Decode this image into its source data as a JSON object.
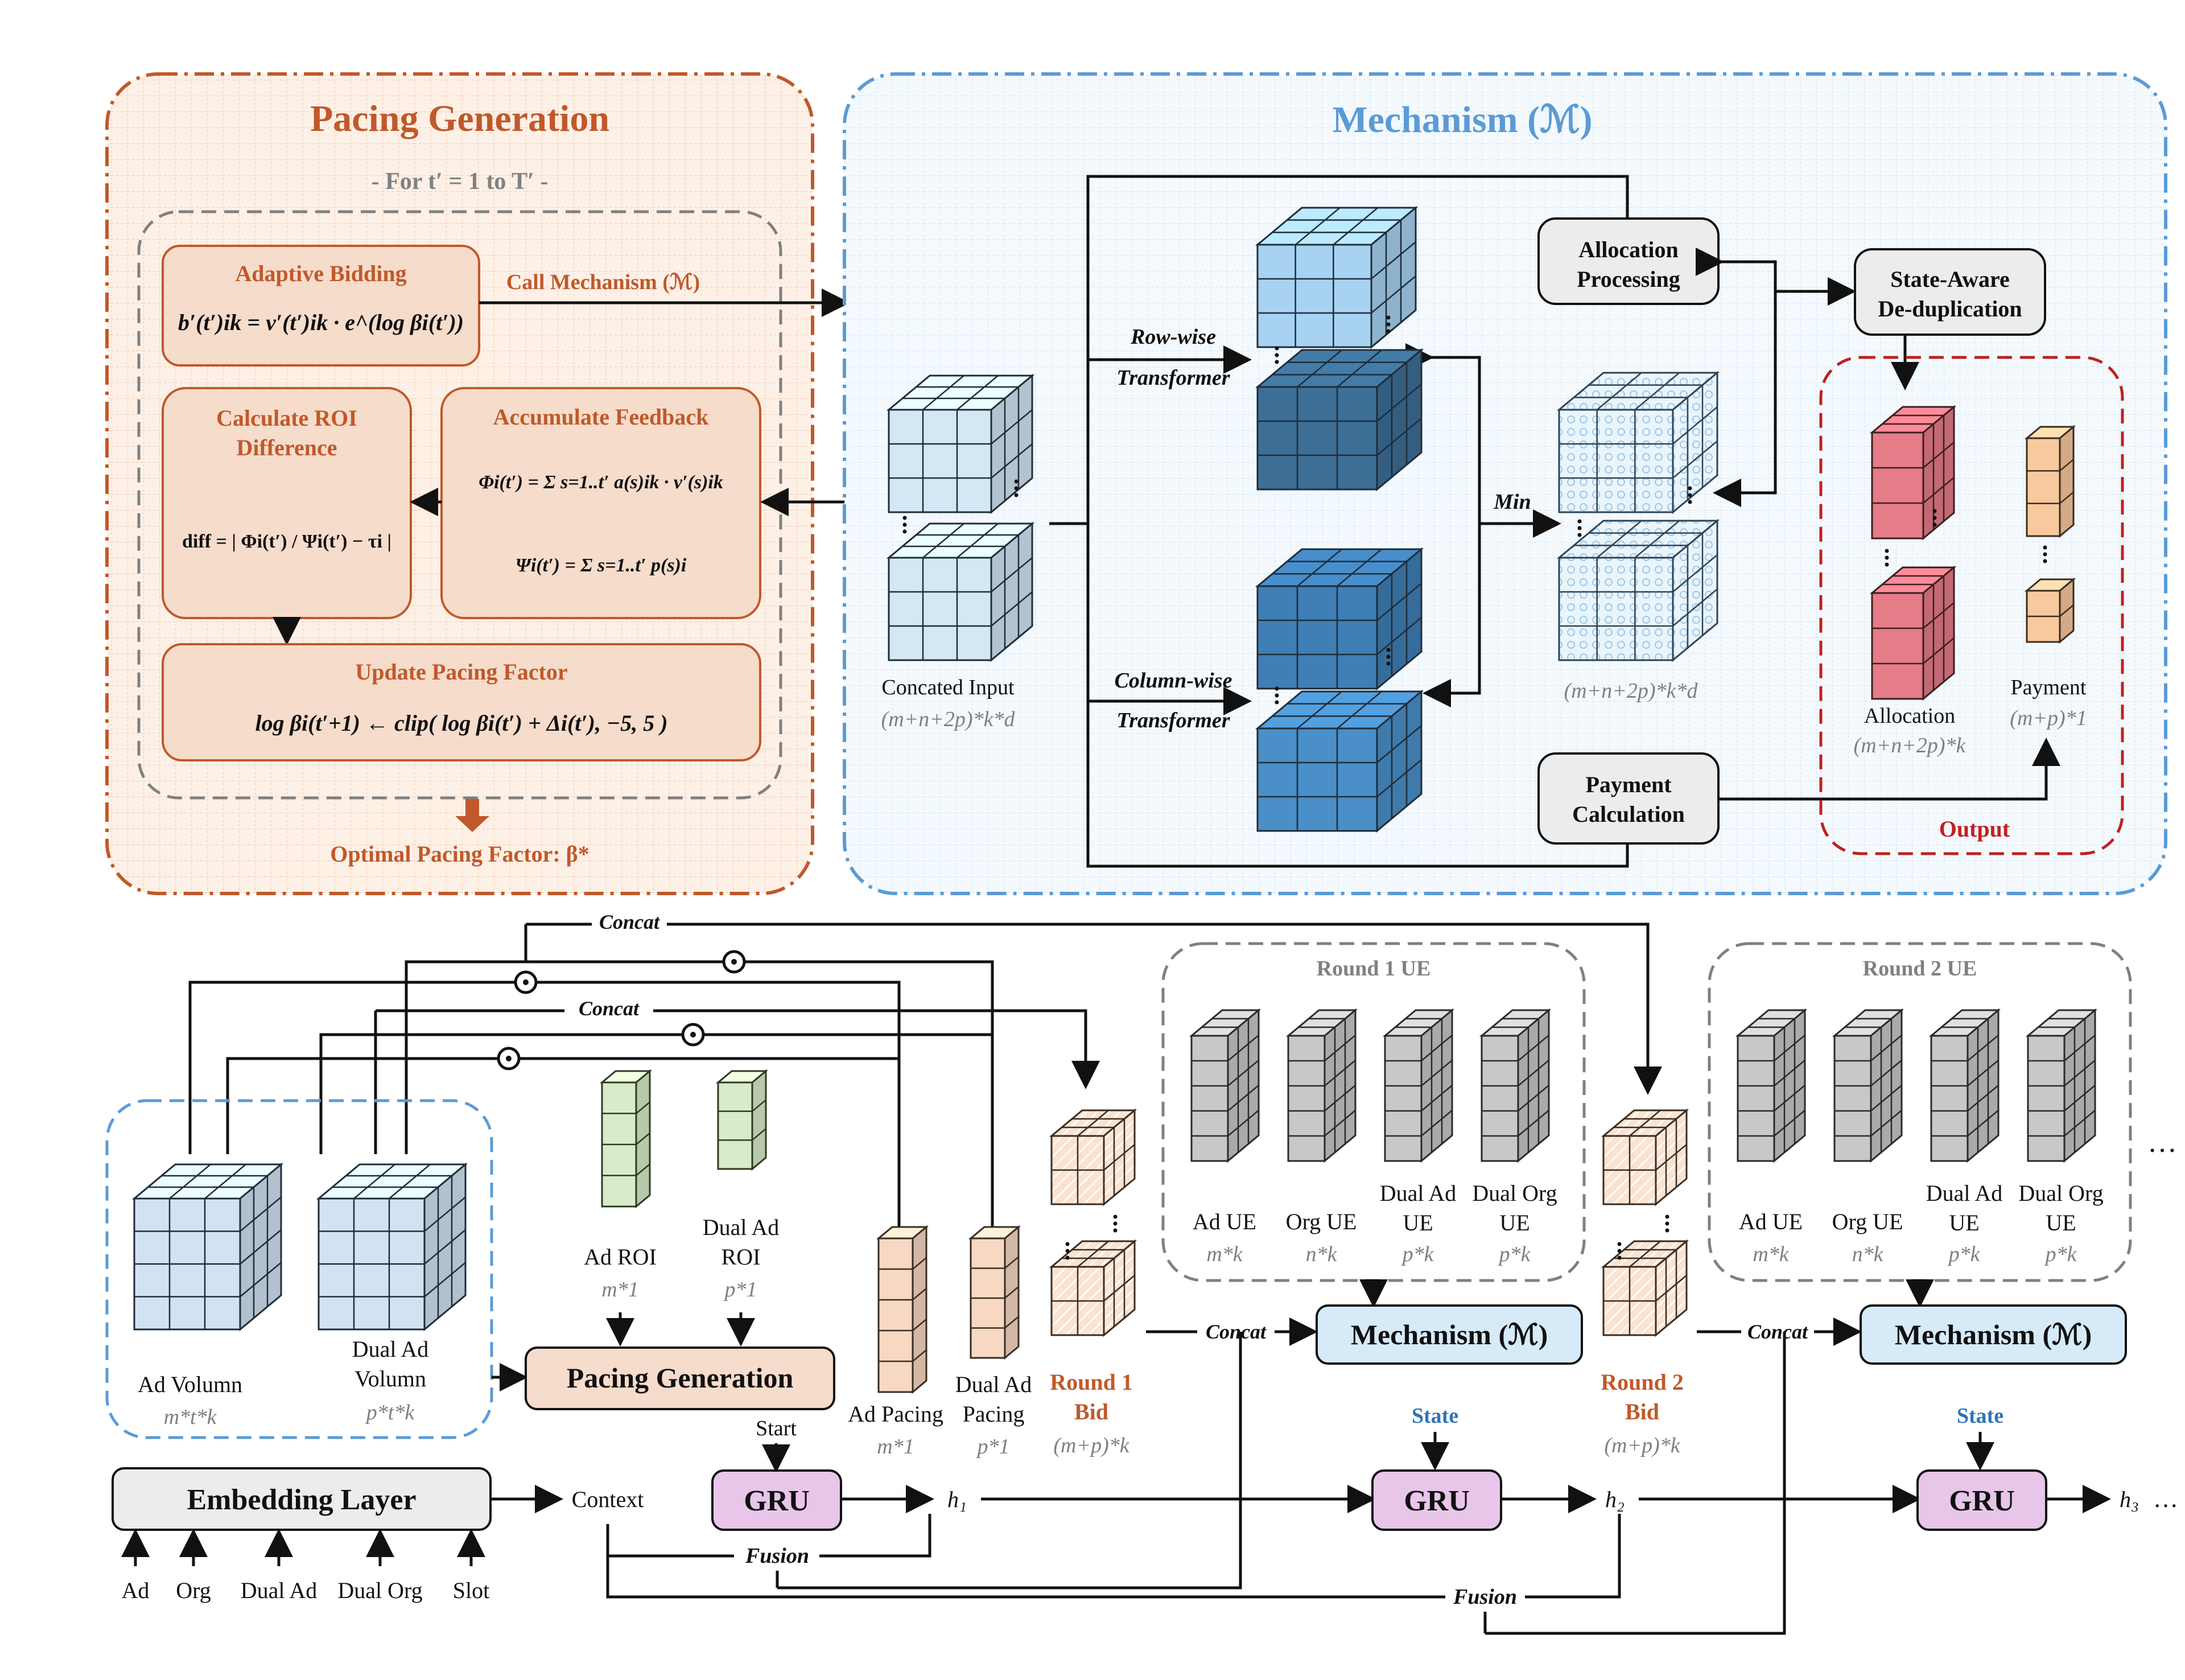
{
  "pacing": {
    "title": "Pacing Generation",
    "loop_label": "- For t′ = 1 to T′ -",
    "call_mechanism": "Call Mechanism (ℳ)",
    "adaptive_bidding": {
      "title": "Adaptive Bidding",
      "formula": "b′(t′)ik = v′(t′)ik · e^(log βi(t′))"
    },
    "roi_diff": {
      "title_line1": "Calculate ROI",
      "title_line2": "Difference",
      "formula": "diff = | Φi(t′) / Ψi(t′) − τi |"
    },
    "accumulate": {
      "title": "Accumulate Feedback",
      "formula1": "Φi(t′) = Σ s=1..t′  a(s)ik · v′(s)ik",
      "formula2": "Ψi(t′) = Σ s=1..t′  p(s)i"
    },
    "update": {
      "title": "Update Pacing Factor",
      "formula": "log βi(t′+1) ← clip( log βi(t′) + Δi(t′), −5, 5 )"
    },
    "optimal": "Optimal Pacing Factor: β*"
  },
  "mechanism": {
    "title": "Mechanism (ℳ)",
    "concated_input": "Concated Input",
    "concated_input_dim": "(m+n+2p)*k*d",
    "row_transformer_1": "Row-wise",
    "row_transformer_2": "Transformer",
    "col_transformer_1": "Column-wise",
    "col_transformer_2": "Transformer",
    "min": "Min",
    "min_dim": "(m+n+2p)*k*d",
    "allocation_processing_1": "Allocation",
    "allocation_processing_2": "Processing",
    "state_aware_1": "State-Aware",
    "state_aware_2": "De-duplication",
    "payment_calc_1": "Payment",
    "payment_calc_2": "Calculation",
    "allocation": "Allocation",
    "allocation_dim": "(m+n+2p)*k",
    "payment": "Payment",
    "payment_dim": "(m+p)*1",
    "output": "Output"
  },
  "bottom": {
    "concat_top": "Concat",
    "concat_mid": "Concat",
    "ad_volumn": "Ad Volumn",
    "ad_volumn_dim": "m*t*k",
    "dual_ad_volumn_1": "Dual Ad",
    "dual_ad_volumn_2": "Volumn",
    "dual_ad_volumn_dim": "p*t*k",
    "ad_roi": "Ad ROI",
    "ad_roi_dim": "m*1",
    "dual_ad_roi_1": "Dual Ad",
    "dual_ad_roi_2": "ROI",
    "dual_ad_roi_dim": "p*1",
    "pacing_generation": "Pacing Generation",
    "ad_pacing": "Ad Pacing",
    "ad_pacing_dim": "m*1",
    "dual_ad_pacing_1": "Dual Ad",
    "dual_ad_pacing_2": "Pacing",
    "dual_ad_pacing_dim": "p*1",
    "round1_bid_1": "Round 1",
    "round1_bid_2": "Bid",
    "round1_bid_dim": "(m+p)*k",
    "round2_bid_1": "Round 2",
    "round2_bid_2": "Bid",
    "round2_bid_dim": "(m+p)*k",
    "round1_ue": "Round 1 UE",
    "round2_ue": "Round 2 UE",
    "ue_ad": "Ad UE",
    "ue_ad_dim": "m*k",
    "ue_org": "Org UE",
    "ue_org_dim": "n*k",
    "ue_dual_ad_1": "Dual Ad",
    "ue_dual_ad_2": "UE",
    "ue_dual_ad_dim": "p*k",
    "ue_dual_org_1": "Dual Org",
    "ue_dual_org_2": "UE",
    "ue_dual_org_dim": "p*k",
    "concat_r1": "Concat",
    "concat_r2": "Concat",
    "mechanism_1": "Mechanism (ℳ)",
    "mechanism_2": "Mechanism (ℳ)",
    "state_1": "State",
    "state_2": "State",
    "embedding": "Embedding Layer",
    "inputs": [
      "Ad",
      "Org",
      "Dual Ad",
      "Dual Org",
      "Slot"
    ],
    "context": "Context",
    "start": "Start",
    "gru": "GRU",
    "h1": "h₁",
    "h2": "h₂",
    "h3": "h₃",
    "fusion_1": "Fusion",
    "fusion_2": "Fusion",
    "ellipsis": "…"
  },
  "colors": {
    "orange_title": "#c0592a",
    "orange_fill": "#f6dccb",
    "blue_title": "#5b9bd5",
    "mech_fill": "#d6eaf8",
    "gru_fill": "#e8c6ea",
    "output_red": "#c02020",
    "state_blue": "#2e75b6"
  }
}
